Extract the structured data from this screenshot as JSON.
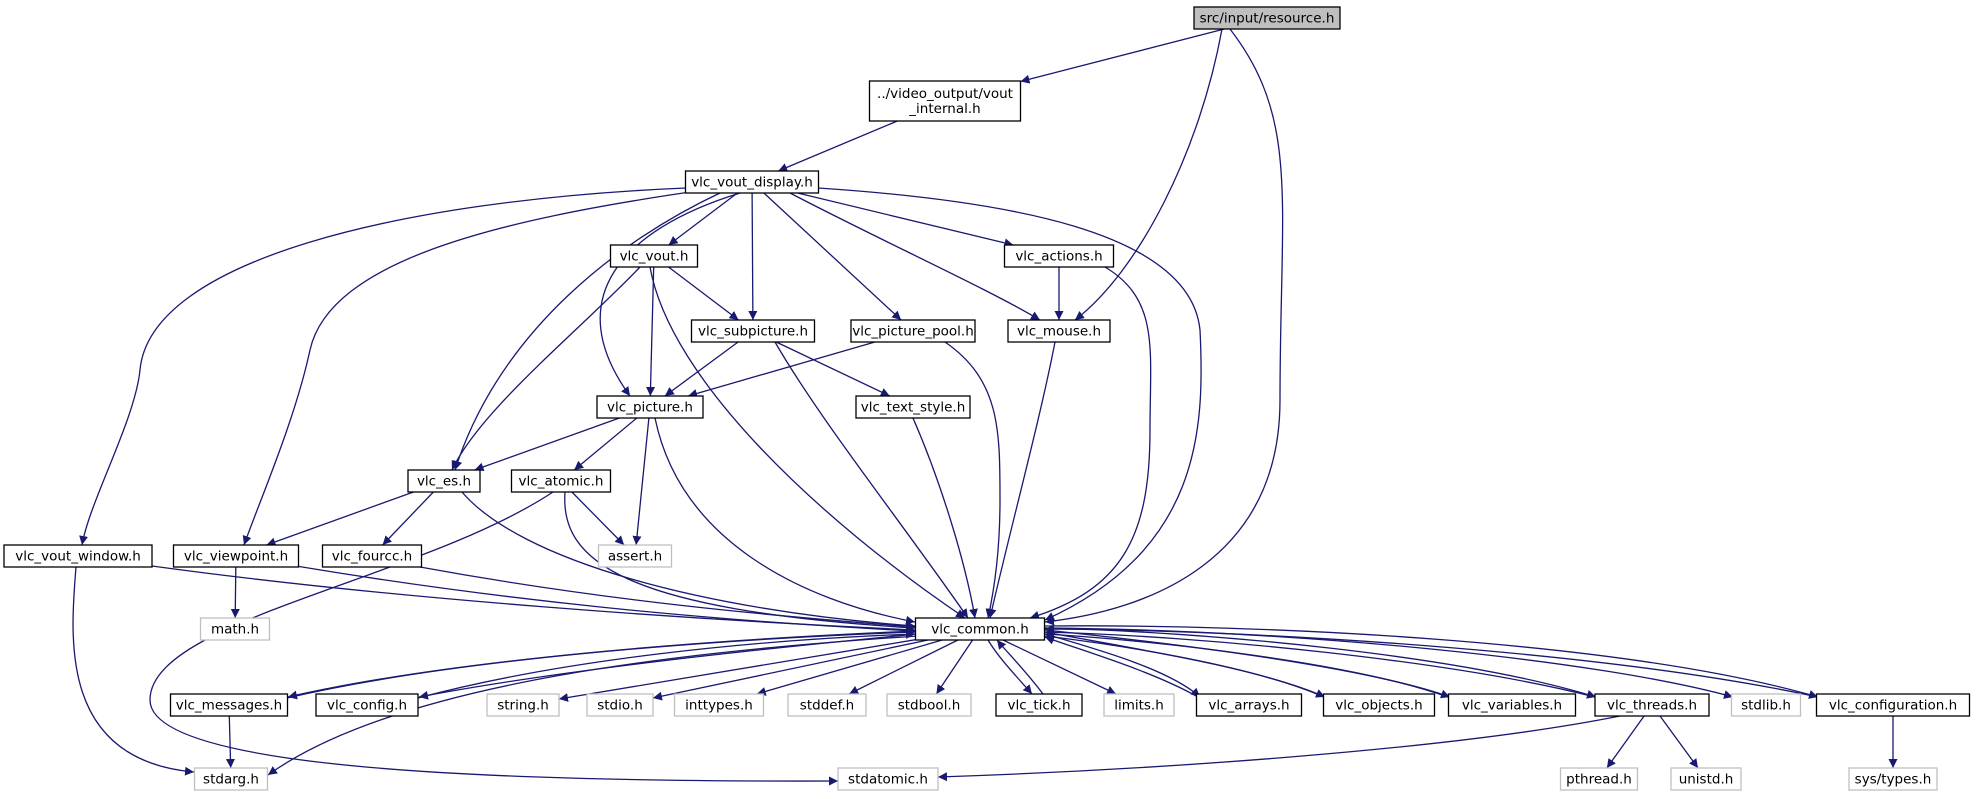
{
  "diagram": {
    "colors": {
      "edge": "#191970",
      "root_fill": "#bfbfbf",
      "documented_border": "#000000",
      "external_border": "#bfbfbf",
      "external_text": "#000000"
    },
    "nodes": [
      {
        "id": "resource",
        "lines": [
          "src/input/resource.h"
        ],
        "kind": "root"
      },
      {
        "id": "vout_internal",
        "lines": [
          "../video_output/vout",
          "_internal.h"
        ],
        "kind": "documented"
      },
      {
        "id": "vout_display",
        "lines": [
          "vlc_vout_display.h"
        ],
        "kind": "documented"
      },
      {
        "id": "vout",
        "lines": [
          "vlc_vout.h"
        ],
        "kind": "documented"
      },
      {
        "id": "actions",
        "lines": [
          "vlc_actions.h"
        ],
        "kind": "documented"
      },
      {
        "id": "subpicture",
        "lines": [
          "vlc_subpicture.h"
        ],
        "kind": "documented"
      },
      {
        "id": "picture_pool",
        "lines": [
          "vlc_picture_pool.h"
        ],
        "kind": "documented"
      },
      {
        "id": "mouse",
        "lines": [
          "vlc_mouse.h"
        ],
        "kind": "documented"
      },
      {
        "id": "picture",
        "lines": [
          "vlc_picture.h"
        ],
        "kind": "documented"
      },
      {
        "id": "text_style",
        "lines": [
          "vlc_text_style.h"
        ],
        "kind": "documented"
      },
      {
        "id": "es",
        "lines": [
          "vlc_es.h"
        ],
        "kind": "documented"
      },
      {
        "id": "atomic",
        "lines": [
          "vlc_atomic.h"
        ],
        "kind": "documented"
      },
      {
        "id": "vout_window",
        "lines": [
          "vlc_vout_window.h"
        ],
        "kind": "documented"
      },
      {
        "id": "viewpoint",
        "lines": [
          "vlc_viewpoint.h"
        ],
        "kind": "documented"
      },
      {
        "id": "fourcc",
        "lines": [
          "vlc_fourcc.h"
        ],
        "kind": "documented"
      },
      {
        "id": "assert",
        "lines": [
          "assert.h"
        ],
        "kind": "external"
      },
      {
        "id": "math",
        "lines": [
          "math.h"
        ],
        "kind": "external"
      },
      {
        "id": "common",
        "lines": [
          "vlc_common.h"
        ],
        "kind": "documented"
      },
      {
        "id": "messages",
        "lines": [
          "vlc_messages.h"
        ],
        "kind": "documented"
      },
      {
        "id": "config",
        "lines": [
          "vlc_config.h"
        ],
        "kind": "documented"
      },
      {
        "id": "string",
        "lines": [
          "string.h"
        ],
        "kind": "external"
      },
      {
        "id": "stdio",
        "lines": [
          "stdio.h"
        ],
        "kind": "external"
      },
      {
        "id": "inttypes",
        "lines": [
          "inttypes.h"
        ],
        "kind": "external"
      },
      {
        "id": "stddef",
        "lines": [
          "stddef.h"
        ],
        "kind": "external"
      },
      {
        "id": "stdbool",
        "lines": [
          "stdbool.h"
        ],
        "kind": "external"
      },
      {
        "id": "tick",
        "lines": [
          "vlc_tick.h"
        ],
        "kind": "documented"
      },
      {
        "id": "limits",
        "lines": [
          "limits.h"
        ],
        "kind": "external"
      },
      {
        "id": "arrays",
        "lines": [
          "vlc_arrays.h"
        ],
        "kind": "documented"
      },
      {
        "id": "objects",
        "lines": [
          "vlc_objects.h"
        ],
        "kind": "documented"
      },
      {
        "id": "variables",
        "lines": [
          "vlc_variables.h"
        ],
        "kind": "documented"
      },
      {
        "id": "threads",
        "lines": [
          "vlc_threads.h"
        ],
        "kind": "documented"
      },
      {
        "id": "stdlib",
        "lines": [
          "stdlib.h"
        ],
        "kind": "external"
      },
      {
        "id": "configuration",
        "lines": [
          "vlc_configuration.h"
        ],
        "kind": "documented"
      },
      {
        "id": "stdarg",
        "lines": [
          "stdarg.h"
        ],
        "kind": "external"
      },
      {
        "id": "stdatomic",
        "lines": [
          "stdatomic.h"
        ],
        "kind": "external"
      },
      {
        "id": "pthread",
        "lines": [
          "pthread.h"
        ],
        "kind": "external"
      },
      {
        "id": "unistd",
        "lines": [
          "unistd.h"
        ],
        "kind": "external"
      },
      {
        "id": "systypes",
        "lines": [
          "sys/types.h"
        ],
        "kind": "external"
      }
    ],
    "edges": [
      [
        "resource",
        "vout_internal"
      ],
      [
        "resource",
        "mouse"
      ],
      [
        "resource",
        "common"
      ],
      [
        "vout_internal",
        "vout_display"
      ],
      [
        "vout_display",
        "vout"
      ],
      [
        "vout_display",
        "actions"
      ],
      [
        "vout_display",
        "subpicture"
      ],
      [
        "vout_display",
        "picture_pool"
      ],
      [
        "vout_display",
        "mouse"
      ],
      [
        "vout_display",
        "picture"
      ],
      [
        "vout_display",
        "es"
      ],
      [
        "vout_display",
        "vout_window"
      ],
      [
        "vout_display",
        "viewpoint"
      ],
      [
        "vout_display",
        "common"
      ],
      [
        "vout",
        "subpicture"
      ],
      [
        "vout",
        "picture"
      ],
      [
        "vout",
        "es"
      ],
      [
        "vout",
        "common"
      ],
      [
        "actions",
        "mouse"
      ],
      [
        "actions",
        "common"
      ],
      [
        "subpicture",
        "picture"
      ],
      [
        "subpicture",
        "text_style"
      ],
      [
        "subpicture",
        "common"
      ],
      [
        "picture_pool",
        "picture"
      ],
      [
        "picture_pool",
        "common"
      ],
      [
        "mouse",
        "common"
      ],
      [
        "picture",
        "es"
      ],
      [
        "picture",
        "atomic"
      ],
      [
        "picture",
        "assert"
      ],
      [
        "picture",
        "common"
      ],
      [
        "text_style",
        "common"
      ],
      [
        "es",
        "viewpoint"
      ],
      [
        "es",
        "fourcc"
      ],
      [
        "es",
        "common"
      ],
      [
        "atomic",
        "assert"
      ],
      [
        "atomic",
        "common"
      ],
      [
        "atomic",
        "stdatomic"
      ],
      [
        "vout_window",
        "common"
      ],
      [
        "vout_window",
        "stdarg"
      ],
      [
        "viewpoint",
        "math"
      ],
      [
        "viewpoint",
        "common"
      ],
      [
        "fourcc",
        "common"
      ],
      [
        "common",
        "messages"
      ],
      [
        "common",
        "config"
      ],
      [
        "common",
        "string"
      ],
      [
        "common",
        "stdio"
      ],
      [
        "common",
        "inttypes"
      ],
      [
        "common",
        "stddef"
      ],
      [
        "common",
        "stdbool"
      ],
      [
        "common",
        "tick"
      ],
      [
        "common",
        "limits"
      ],
      [
        "common",
        "arrays"
      ],
      [
        "common",
        "objects"
      ],
      [
        "common",
        "variables"
      ],
      [
        "common",
        "threads"
      ],
      [
        "common",
        "stdlib"
      ],
      [
        "common",
        "configuration"
      ],
      [
        "common",
        "stdarg"
      ],
      [
        "messages",
        "common"
      ],
      [
        "messages",
        "stdarg"
      ],
      [
        "config",
        "common"
      ],
      [
        "tick",
        "common"
      ],
      [
        "arrays",
        "common"
      ],
      [
        "objects",
        "common"
      ],
      [
        "variables",
        "common"
      ],
      [
        "threads",
        "common"
      ],
      [
        "threads",
        "stdatomic"
      ],
      [
        "threads",
        "pthread"
      ],
      [
        "threads",
        "unistd"
      ],
      [
        "configuration",
        "common"
      ],
      [
        "configuration",
        "systypes"
      ]
    ]
  }
}
